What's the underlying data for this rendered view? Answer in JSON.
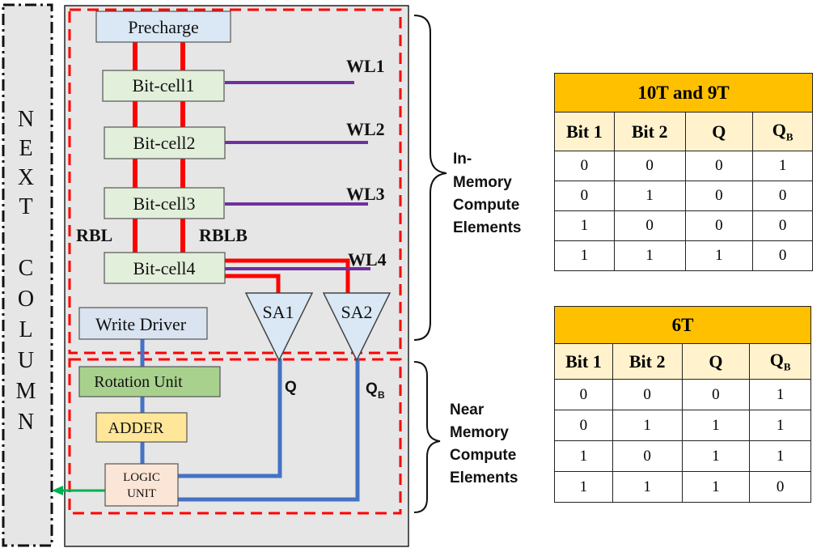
{
  "next_column": "NEXT COLUMN",
  "blocks": {
    "precharge": "Precharge",
    "bitcells": [
      "Bit-cell1",
      "Bit-cell2",
      "Bit-cell3",
      "Bit-cell4"
    ],
    "write_driver": "Write Driver",
    "sa1": "SA1",
    "sa2": "SA2",
    "rotation_unit": "Rotation Unit",
    "adder": "ADDER",
    "logic_unit_line1": "LOGIC",
    "logic_unit_line2": "UNIT"
  },
  "wordlines": [
    "WL1",
    "WL2",
    "WL3",
    "WL4"
  ],
  "bitlines": {
    "rbl": "RBL",
    "rblb": "RBLB"
  },
  "outputs": {
    "q": "Q",
    "qb_main": "Q",
    "qb_sub": "B"
  },
  "regions": {
    "in_memory": [
      "In-",
      "Memory",
      "Compute",
      "Elements"
    ],
    "near_memory": [
      "Near",
      "Memory",
      "Compute",
      "Elements"
    ]
  },
  "tables": [
    {
      "title": "10T and 9T",
      "headers": [
        "Bit 1",
        "Bit 2",
        "Q",
        "Q"
      ],
      "header_sub": "B",
      "rows": [
        [
          "0",
          "0",
          "0",
          "1"
        ],
        [
          "0",
          "1",
          "0",
          "0"
        ],
        [
          "1",
          "0",
          "0",
          "0"
        ],
        [
          "1",
          "1",
          "1",
          "0"
        ]
      ]
    },
    {
      "title": "6T",
      "headers": [
        "Bit 1",
        "Bit 2",
        "Q",
        "Q"
      ],
      "header_sub": "B",
      "rows": [
        [
          "0",
          "0",
          "0",
          "1"
        ],
        [
          "0",
          "1",
          "1",
          "1"
        ],
        [
          "1",
          "0",
          "1",
          "1"
        ],
        [
          "1",
          "1",
          "1",
          "0"
        ]
      ]
    }
  ],
  "colors": {
    "bitline": "#ff0000",
    "wordline": "#7030a0",
    "signal": "#4472c4",
    "arrow": "#00b050",
    "panel": "#e6e6e6",
    "dashed": "#ff0000"
  }
}
